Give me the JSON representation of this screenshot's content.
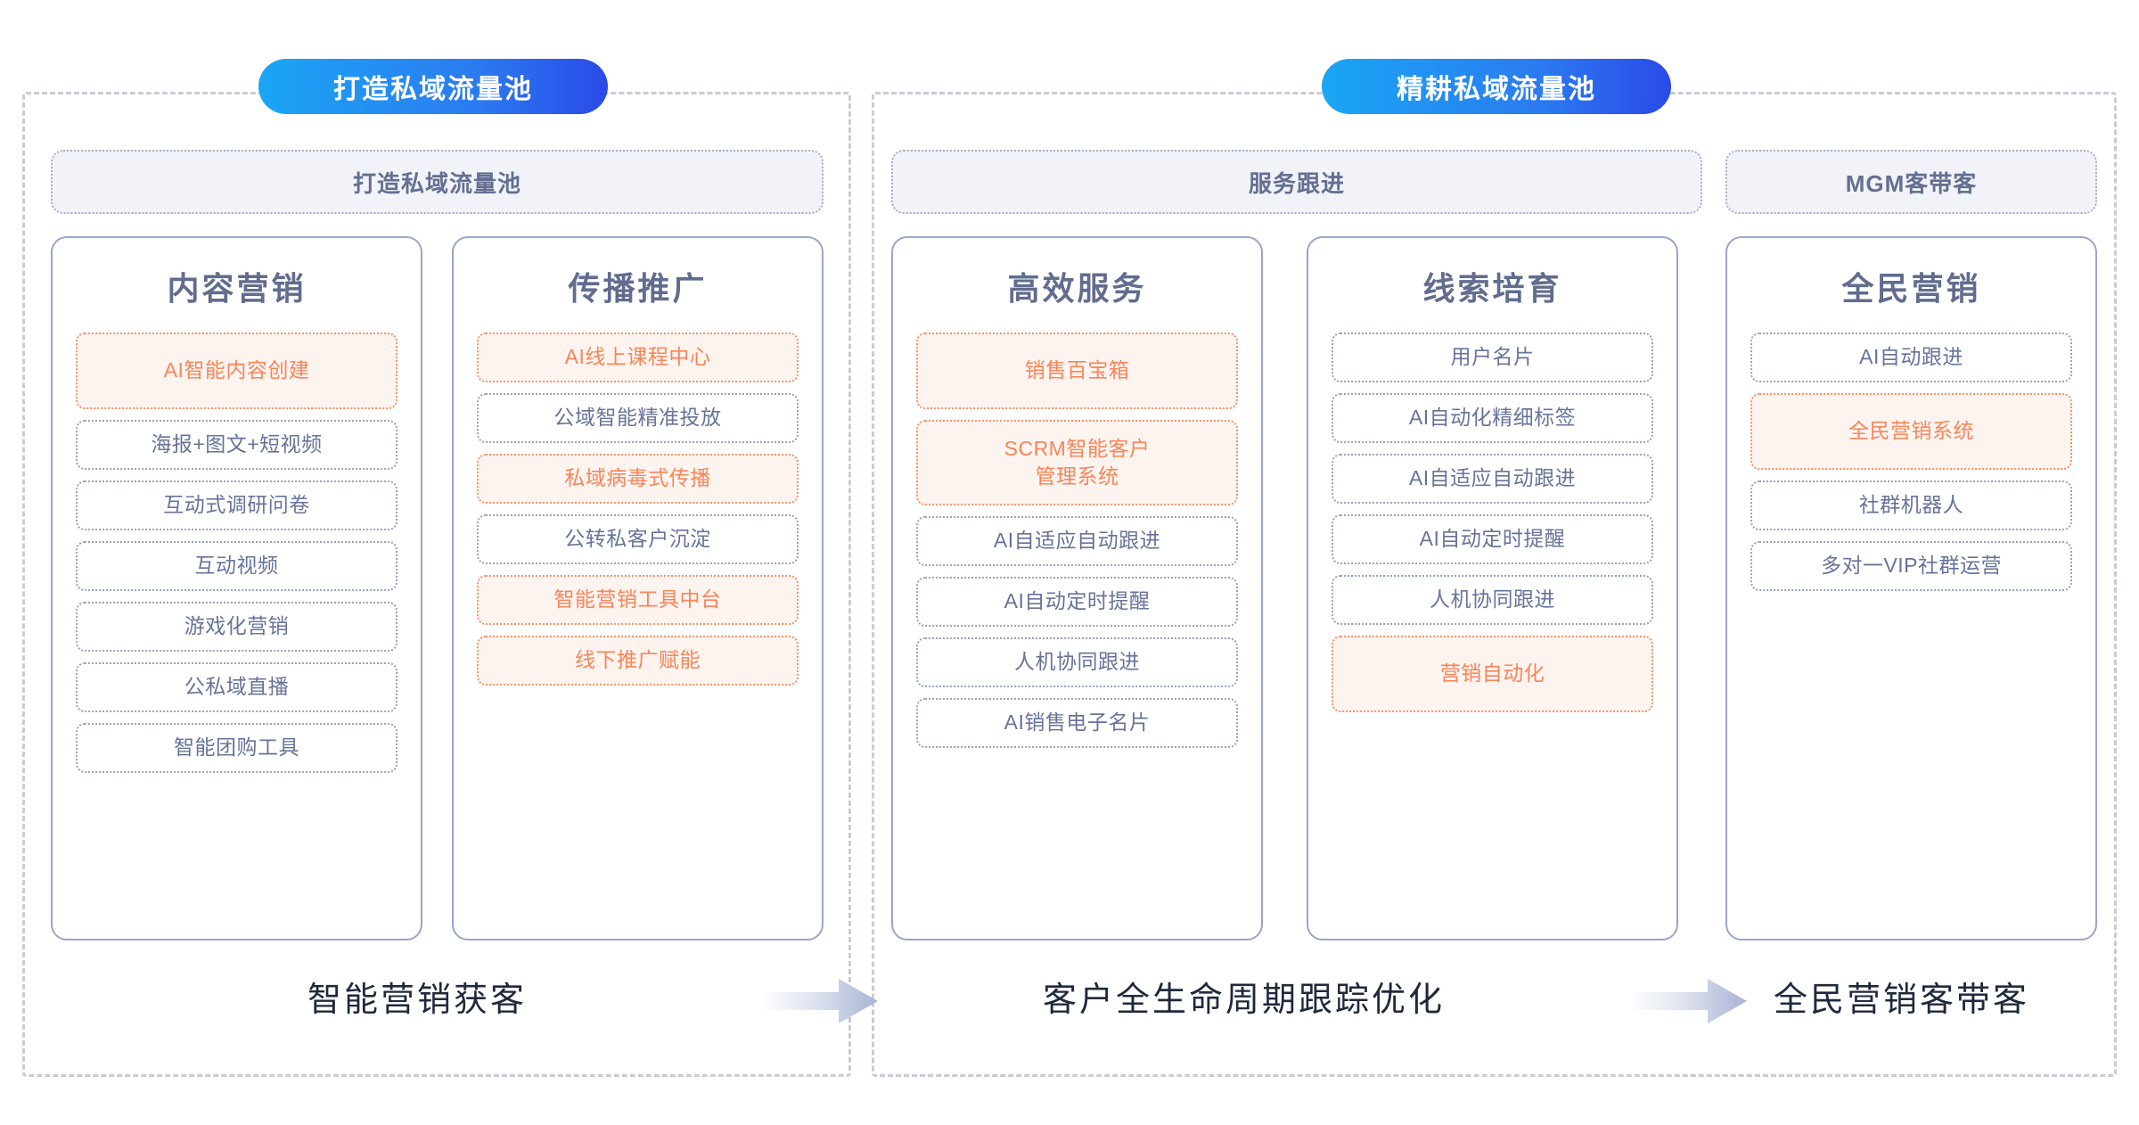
{
  "badges": {
    "left": "打造私域流量池",
    "right": "精耕私域流量池"
  },
  "group_headers": [
    "打造私域流量池",
    "服务跟进",
    "MGM客带客"
  ],
  "columns": [
    {
      "title": "内容营销",
      "items": [
        {
          "label": "AI智能内容创建",
          "highlight": true,
          "size": "tall"
        },
        {
          "label": "海报+图文+短视频",
          "highlight": false,
          "size": "normal"
        },
        {
          "label": "互动式调研问卷",
          "highlight": false,
          "size": "normal"
        },
        {
          "label": "互动视频",
          "highlight": false,
          "size": "normal"
        },
        {
          "label": "游戏化营销",
          "highlight": false,
          "size": "normal"
        },
        {
          "label": "公私域直播",
          "highlight": false,
          "size": "normal"
        },
        {
          "label": "智能团购工具",
          "highlight": false,
          "size": "normal"
        }
      ]
    },
    {
      "title": "传播推广",
      "items": [
        {
          "label": "AI线上课程中心",
          "highlight": true,
          "size": "normal"
        },
        {
          "label": "公域智能精准投放",
          "highlight": false,
          "size": "normal"
        },
        {
          "label": "私域病毒式传播",
          "highlight": true,
          "size": "normal"
        },
        {
          "label": "公转私客户沉淀",
          "highlight": false,
          "size": "normal"
        },
        {
          "label": "智能营销工具中台",
          "highlight": true,
          "size": "normal"
        },
        {
          "label": "线下推广赋能",
          "highlight": true,
          "size": "normal"
        }
      ]
    },
    {
      "title": "高效服务",
      "items": [
        {
          "label": "销售百宝箱",
          "highlight": true,
          "size": "tall"
        },
        {
          "label": "SCRM智能客户\n管理系统",
          "highlight": true,
          "size": "taller"
        },
        {
          "label": "AI自适应自动跟进",
          "highlight": false,
          "size": "normal"
        },
        {
          "label": "AI自动定时提醒",
          "highlight": false,
          "size": "normal"
        },
        {
          "label": "人机协同跟进",
          "highlight": false,
          "size": "normal"
        },
        {
          "label": "AI销售电子名片",
          "highlight": false,
          "size": "normal"
        }
      ]
    },
    {
      "title": "线索培育",
      "items": [
        {
          "label": "用户名片",
          "highlight": false,
          "size": "normal"
        },
        {
          "label": "AI自动化精细标签",
          "highlight": false,
          "size": "normal"
        },
        {
          "label": "AI自适应自动跟进",
          "highlight": false,
          "size": "normal"
        },
        {
          "label": "AI自动定时提醒",
          "highlight": false,
          "size": "normal"
        },
        {
          "label": "人机协同跟进",
          "highlight": false,
          "size": "normal"
        },
        {
          "label": "营销自动化",
          "highlight": true,
          "size": "tall"
        }
      ]
    },
    {
      "title": "全民营销",
      "items": [
        {
          "label": "AI自动跟进",
          "highlight": false,
          "size": "normal"
        },
        {
          "label": "全民营销系统",
          "highlight": true,
          "size": "tall"
        },
        {
          "label": "社群机器人",
          "highlight": false,
          "size": "normal"
        },
        {
          "label": "多对一VIP社群运营",
          "highlight": false,
          "size": "normal"
        }
      ]
    }
  ],
  "captions": [
    "智能营销获客",
    "客户全生命周期跟踪优化",
    "全民营销客带客"
  ],
  "arrows": {
    "icon": "arrow-right-icon",
    "count": 2
  },
  "colors": {
    "badge_gradient_start": "#1aa6f5",
    "badge_gradient_end": "#2a4ae8",
    "card_border": "#9aa5cc",
    "header_bg": "#f1f3f8",
    "header_text": "#646f91",
    "title_text": "#616c8e",
    "item_text": "#68739a",
    "highlight_text": "#f8855a",
    "highlight_bg": "#fdf4ef",
    "highlight_border": "#f7956c",
    "caption_text": "#20293c",
    "stage_border": "#c9ccd6",
    "arrow_gradient_end": "#aab3d4"
  }
}
